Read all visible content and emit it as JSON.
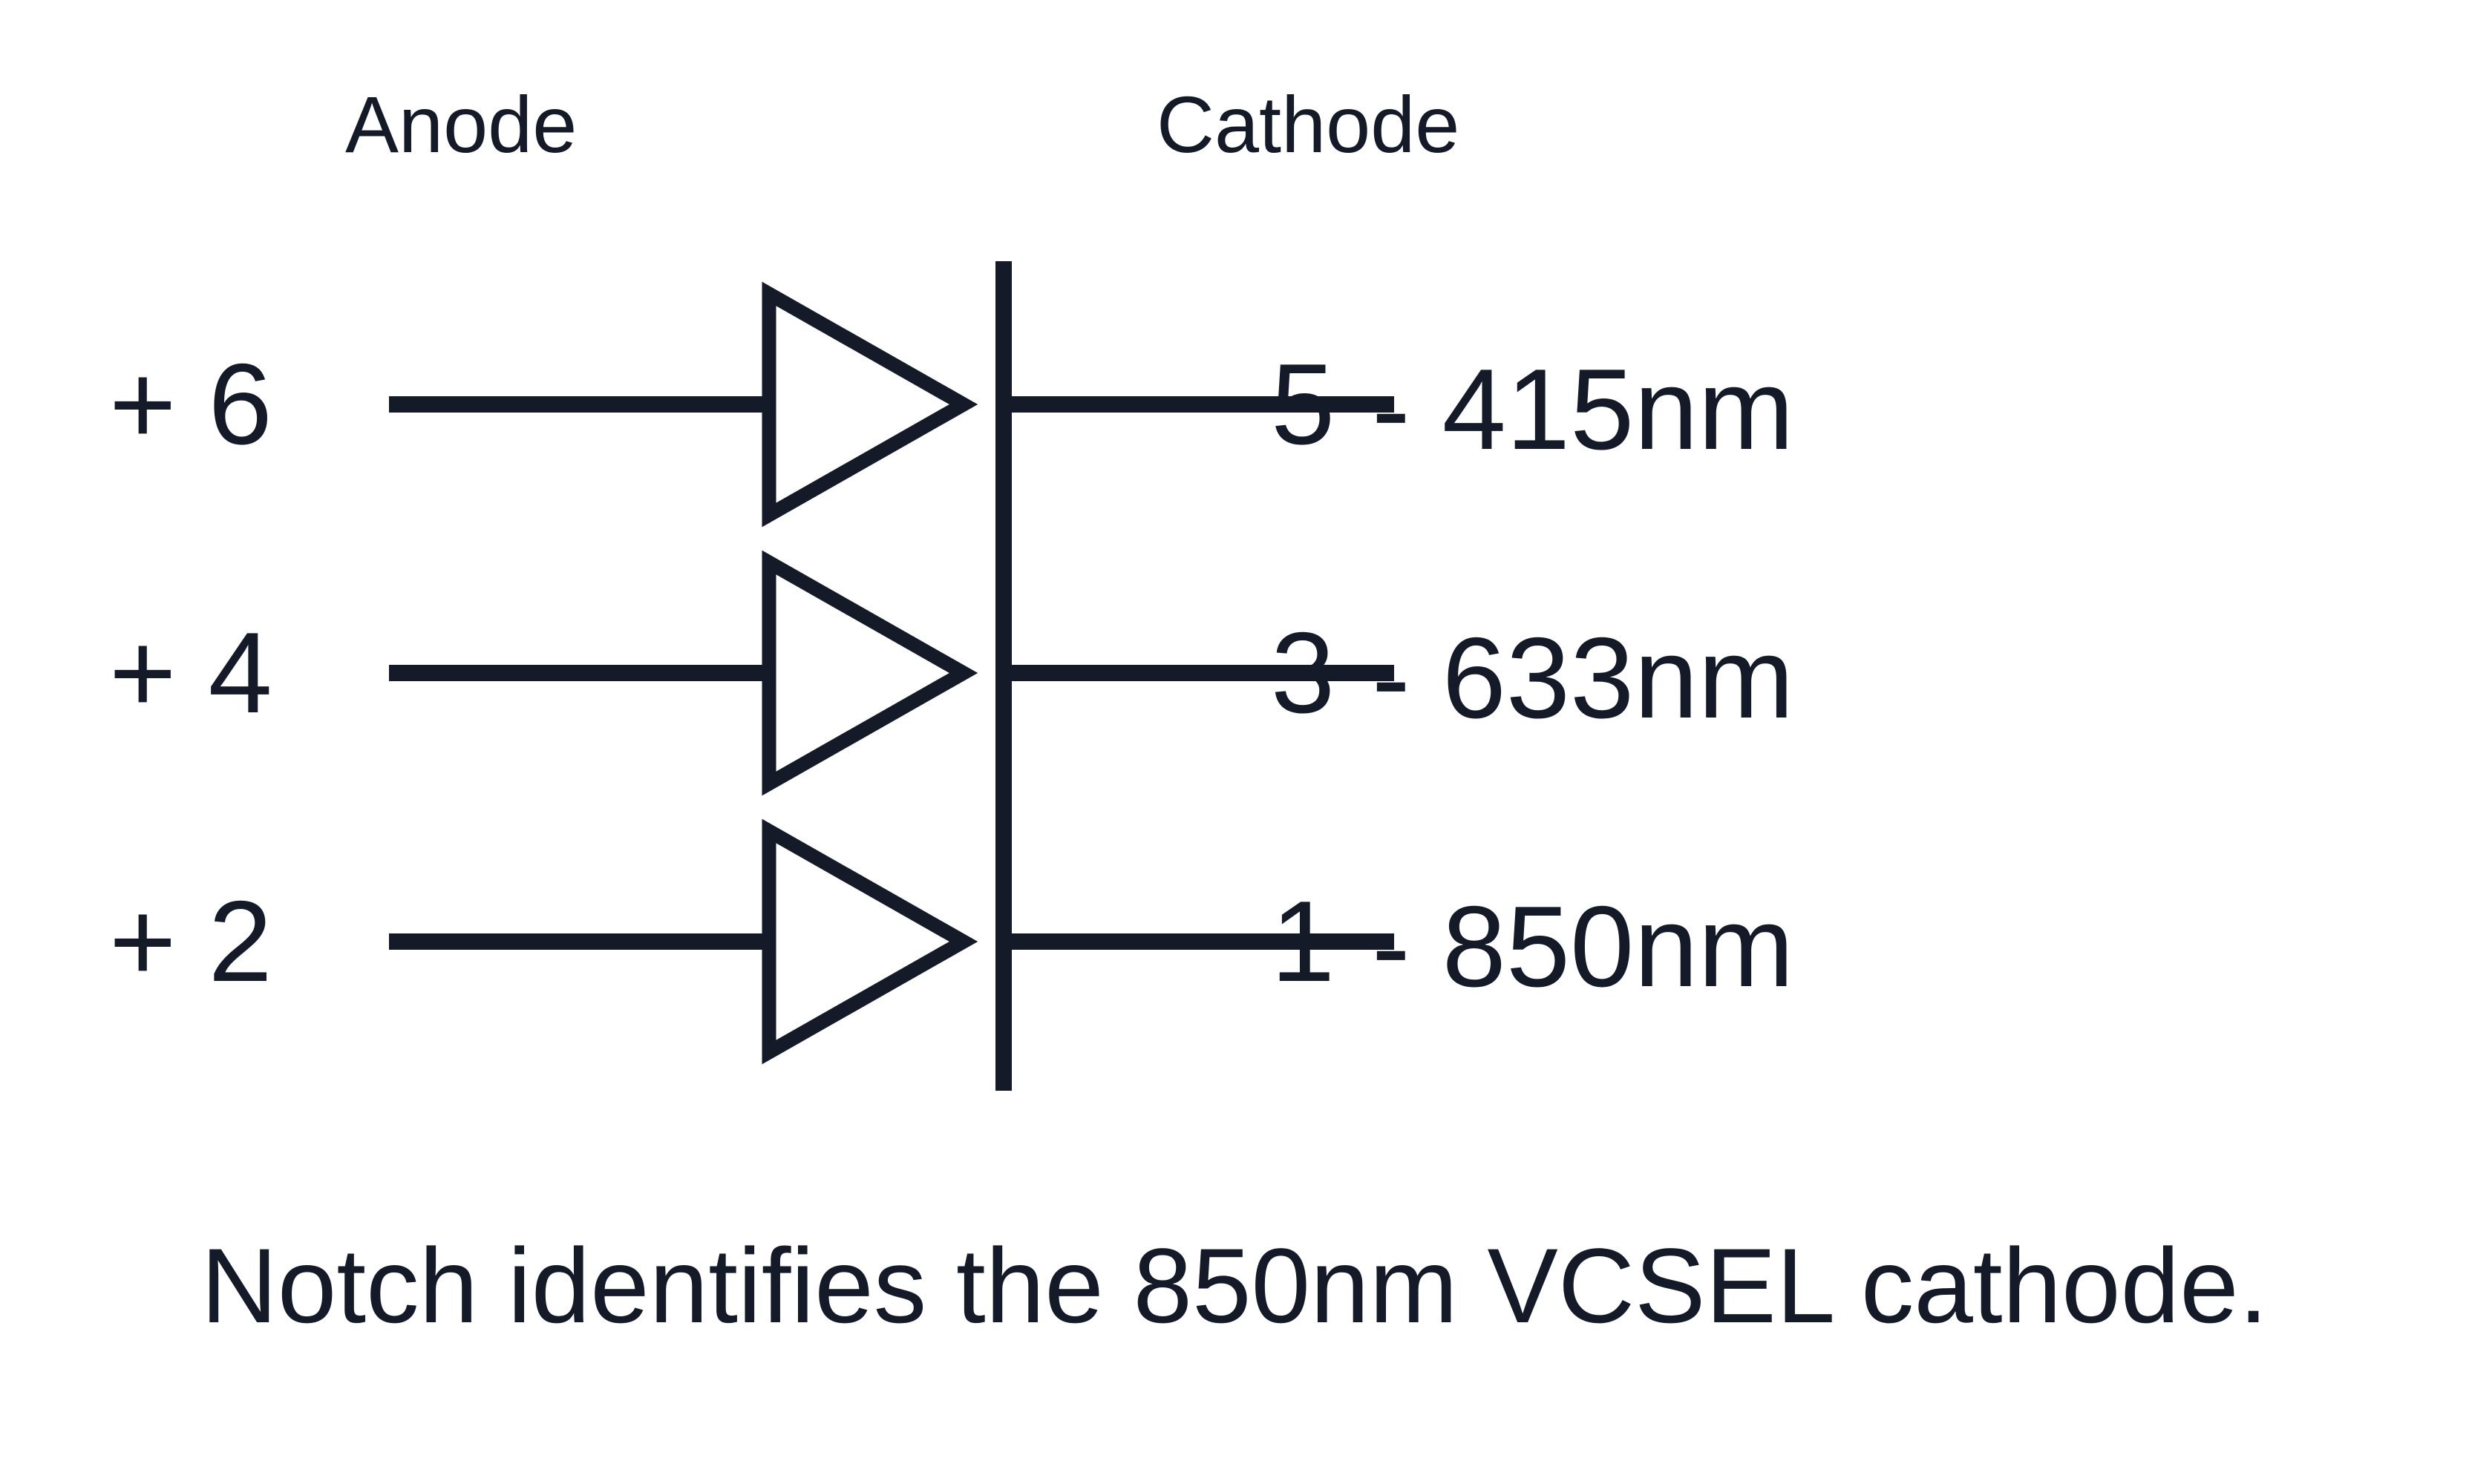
{
  "header": {
    "anode_label": "Anode",
    "cathode_label": "Cathode"
  },
  "channels": [
    {
      "anode_pin": "+ 6",
      "cathode_pin": "5",
      "wavelength": "- 415nm"
    },
    {
      "anode_pin": "+ 4",
      "cathode_pin": "3",
      "wavelength": "- 633nm"
    },
    {
      "anode_pin": "+ 2",
      "cathode_pin": "1",
      "wavelength": "- 850nm"
    }
  ],
  "caption": "Notch identifies the 850nm VCSEL cathode.",
  "colors": {
    "ink": "#141a28",
    "background": "#ffffff"
  }
}
